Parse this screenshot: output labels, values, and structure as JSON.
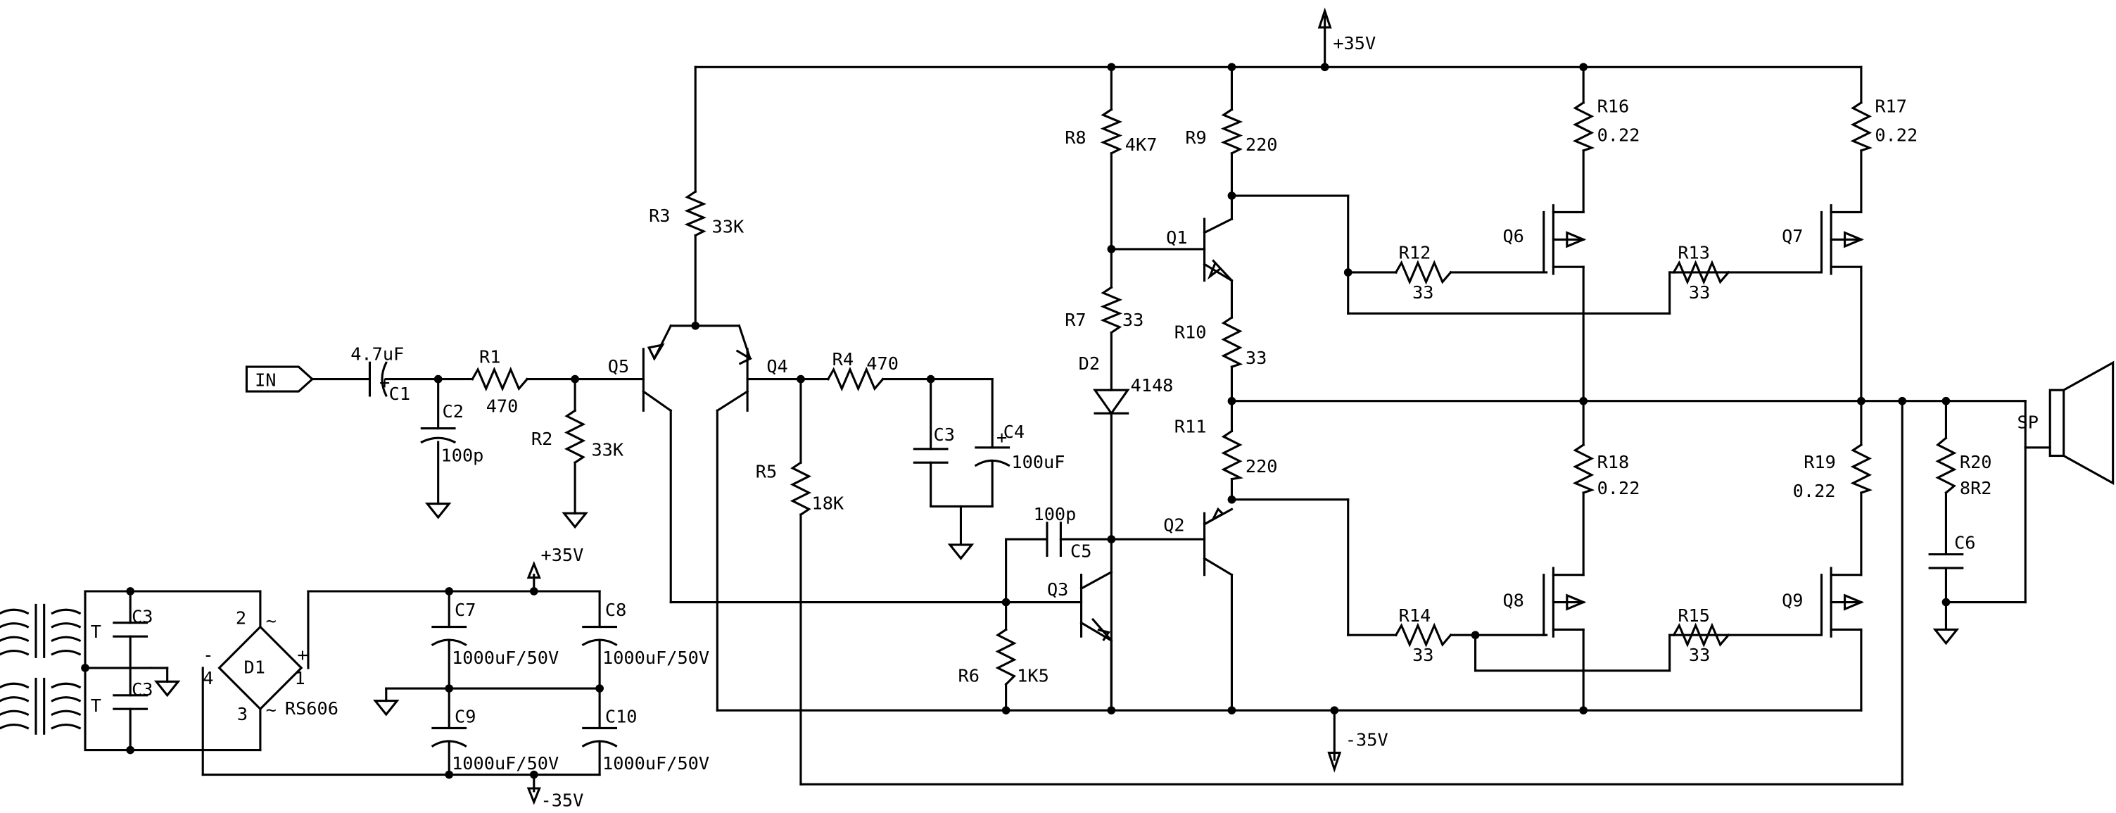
{
  "diagram": {
    "input_label": "IN",
    "speaker_label": "SP",
    "rails": {
      "positive": "+35V",
      "negative": "-35V"
    },
    "components": {
      "C1": {
        "ref": "C1",
        "value": "4.7uF"
      },
      "C2": {
        "ref": "C2",
        "value": "100p"
      },
      "R1": {
        "ref": "R1",
        "value": "470"
      },
      "R2": {
        "ref": "R2",
        "value": "33K"
      },
      "R3": {
        "ref": "R3",
        "value": "33K"
      },
      "Q5": {
        "ref": "Q5"
      },
      "Q4": {
        "ref": "Q4"
      },
      "R4": {
        "ref": "R4",
        "value": "470"
      },
      "R5": {
        "ref": "R5",
        "value": "18K"
      },
      "C3": {
        "ref": "C3"
      },
      "C4": {
        "ref": "C4",
        "value": "100uF"
      },
      "R8": {
        "ref": "R8",
        "value": "4K7"
      },
      "R9": {
        "ref": "R9",
        "value": "220"
      },
      "Q1": {
        "ref": "Q1"
      },
      "R7": {
        "ref": "R7",
        "value": "33"
      },
      "D2": {
        "ref": "D2",
        "value": "4148"
      },
      "R10": {
        "ref": "R10",
        "value": "33"
      },
      "R11": {
        "ref": "R11",
        "value": "220"
      },
      "Q2": {
        "ref": "Q2"
      },
      "C5": {
        "ref": "C5",
        "value": "100p"
      },
      "Q3": {
        "ref": "Q3"
      },
      "R6": {
        "ref": "R6",
        "value": "1K5"
      },
      "R12": {
        "ref": "R12",
        "value": "33"
      },
      "R13": {
        "ref": "R13",
        "value": "33"
      },
      "R14": {
        "ref": "R14",
        "value": "33"
      },
      "R15": {
        "ref": "R15",
        "value": "33"
      },
      "R16": {
        "ref": "R16",
        "value": "0.22"
      },
      "R17": {
        "ref": "R17",
        "value": "0.22"
      },
      "R18": {
        "ref": "R18",
        "value": "0.22"
      },
      "R19": {
        "ref": "R19",
        "value": "0.22"
      },
      "Q6": {
        "ref": "Q6"
      },
      "Q7": {
        "ref": "Q7"
      },
      "Q8": {
        "ref": "Q8"
      },
      "Q9": {
        "ref": "Q9"
      },
      "R20": {
        "ref": "R20",
        "value": "8R2"
      },
      "C6": {
        "ref": "C6"
      },
      "T": {
        "ref": "T"
      },
      "C3a": {
        "ref": "C3"
      },
      "C3b": {
        "ref": "C3"
      },
      "D1": {
        "ref": "D1",
        "value": "RS606"
      },
      "C7": {
        "ref": "C7",
        "value": "1000uF/50V"
      },
      "C8": {
        "ref": "C8",
        "value": "1000uF/50V"
      },
      "C9": {
        "ref": "C9",
        "value": "1000uF/50V"
      },
      "C10": {
        "ref": "C10",
        "value": "1000uF/50V"
      }
    },
    "bridge_pins": {
      "p1": "1",
      "p2": "2",
      "p3": "3",
      "p4": "4",
      "plus": "+",
      "minus": "-",
      "ac": "~"
    }
  }
}
